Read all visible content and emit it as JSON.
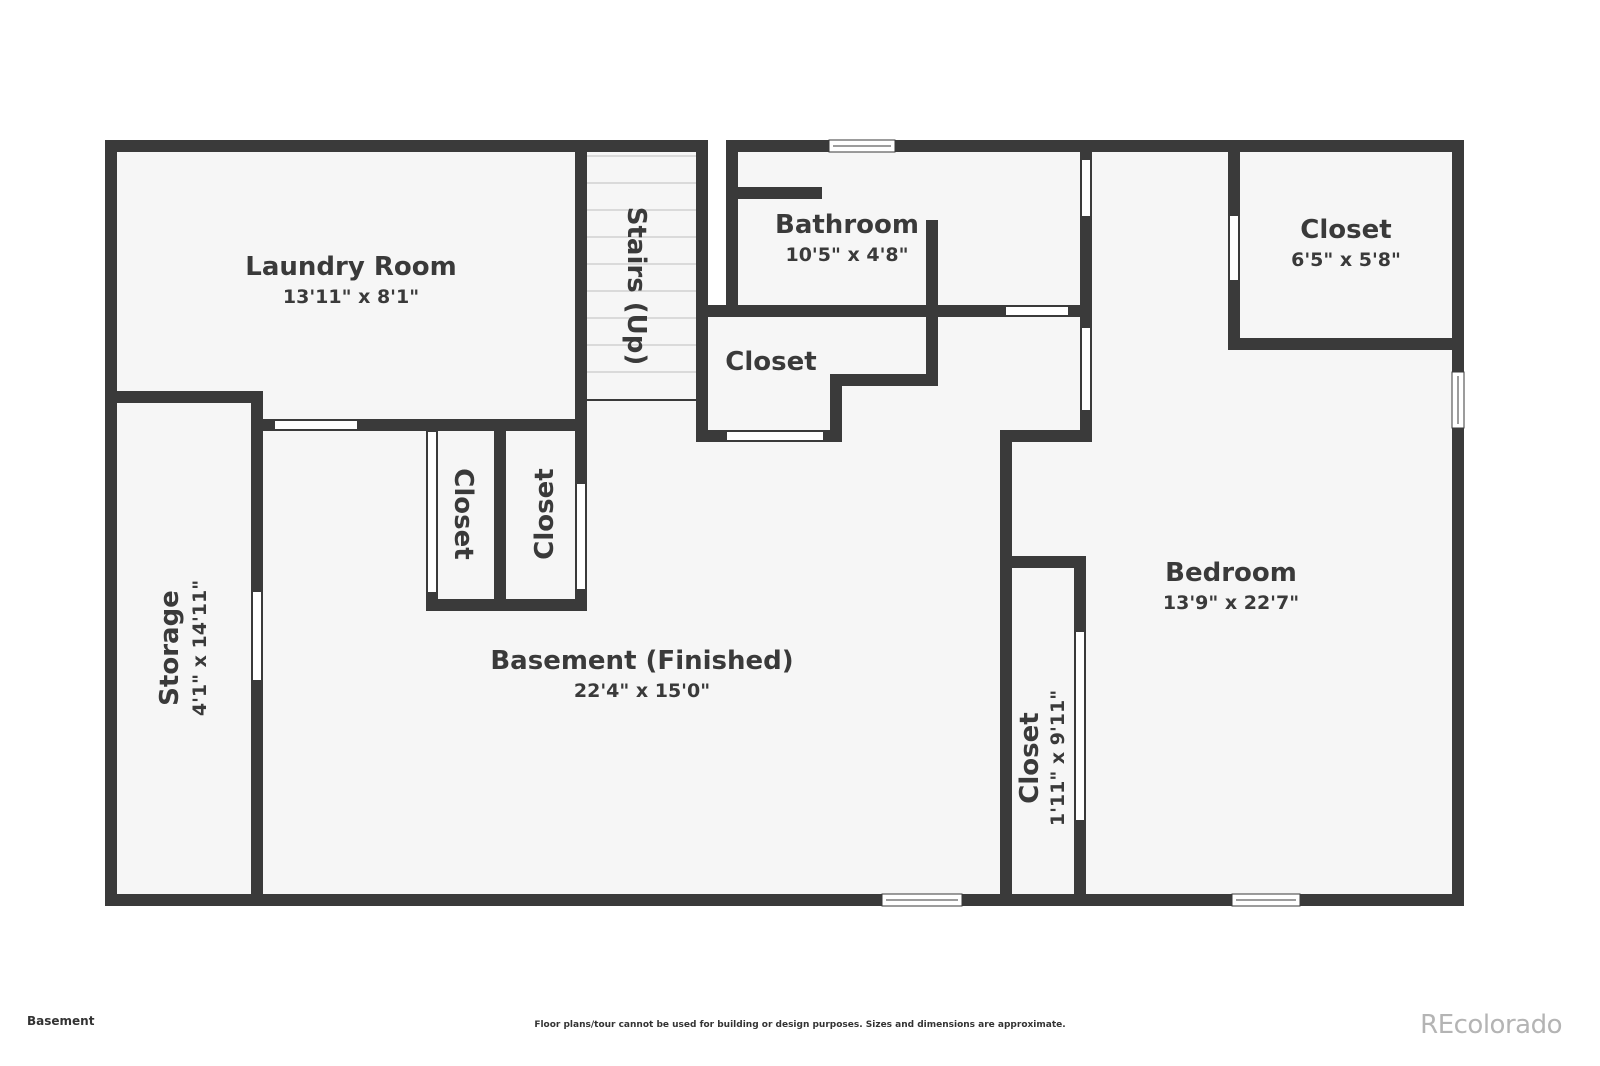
{
  "plan": {
    "rooms": {
      "laundry": {
        "name": "Laundry Room",
        "dims": "13'11\" x 8'1\""
      },
      "stairs": {
        "name": "Stairs (Up)"
      },
      "bathroom": {
        "name": "Bathroom",
        "dims": "10'5\" x 4'8\""
      },
      "closet_hall": {
        "name": "Closet"
      },
      "closet_ne": {
        "name": "Closet",
        "dims": "6'5\" x 5'8\""
      },
      "closet_a": {
        "name": "Closet"
      },
      "closet_b": {
        "name": "Closet"
      },
      "storage": {
        "name": "Storage",
        "dims": "4'1\" x 14'11\""
      },
      "basement": {
        "name": "Basement (Finished)",
        "dims": "22'4\" x 15'0\""
      },
      "bedroom": {
        "name": "Bedroom",
        "dims": "13'9\" x 22'7\""
      },
      "closet_bed": {
        "name": "Closet",
        "dims": "1'11\" x 9'11\""
      }
    },
    "colors": {
      "wall": "#3a3a3a",
      "floor": "#f6f6f6",
      "opening": "#ffffff"
    }
  },
  "footer": {
    "level": "Basement",
    "disclaimer": "Floor plans/tour cannot be used for building or design purposes. Sizes and dimensions are approximate.",
    "brand": "REcolorado"
  }
}
